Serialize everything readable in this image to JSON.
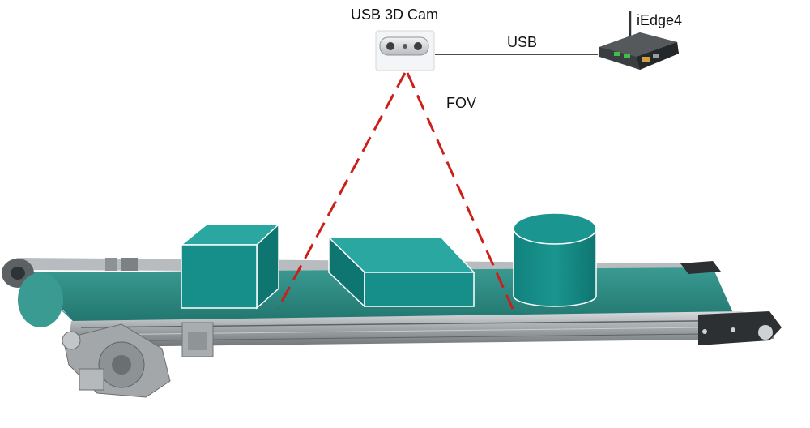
{
  "diagram": {
    "title": "Conveyor 3D camera inspection setup",
    "camera_label": "USB 3D Cam",
    "device_label": "iEdge4",
    "link_label": "USB",
    "fov_label": "FOV",
    "colors": {
      "object_teal": "#168f8a",
      "object_teal_light": "#2aa7a1",
      "belt_teal": "#2f8c84",
      "frame_gray": "#9ea3a6",
      "fov_red": "#cc1f1a"
    },
    "objects": [
      "box",
      "flat-box",
      "cylinder"
    ]
  }
}
